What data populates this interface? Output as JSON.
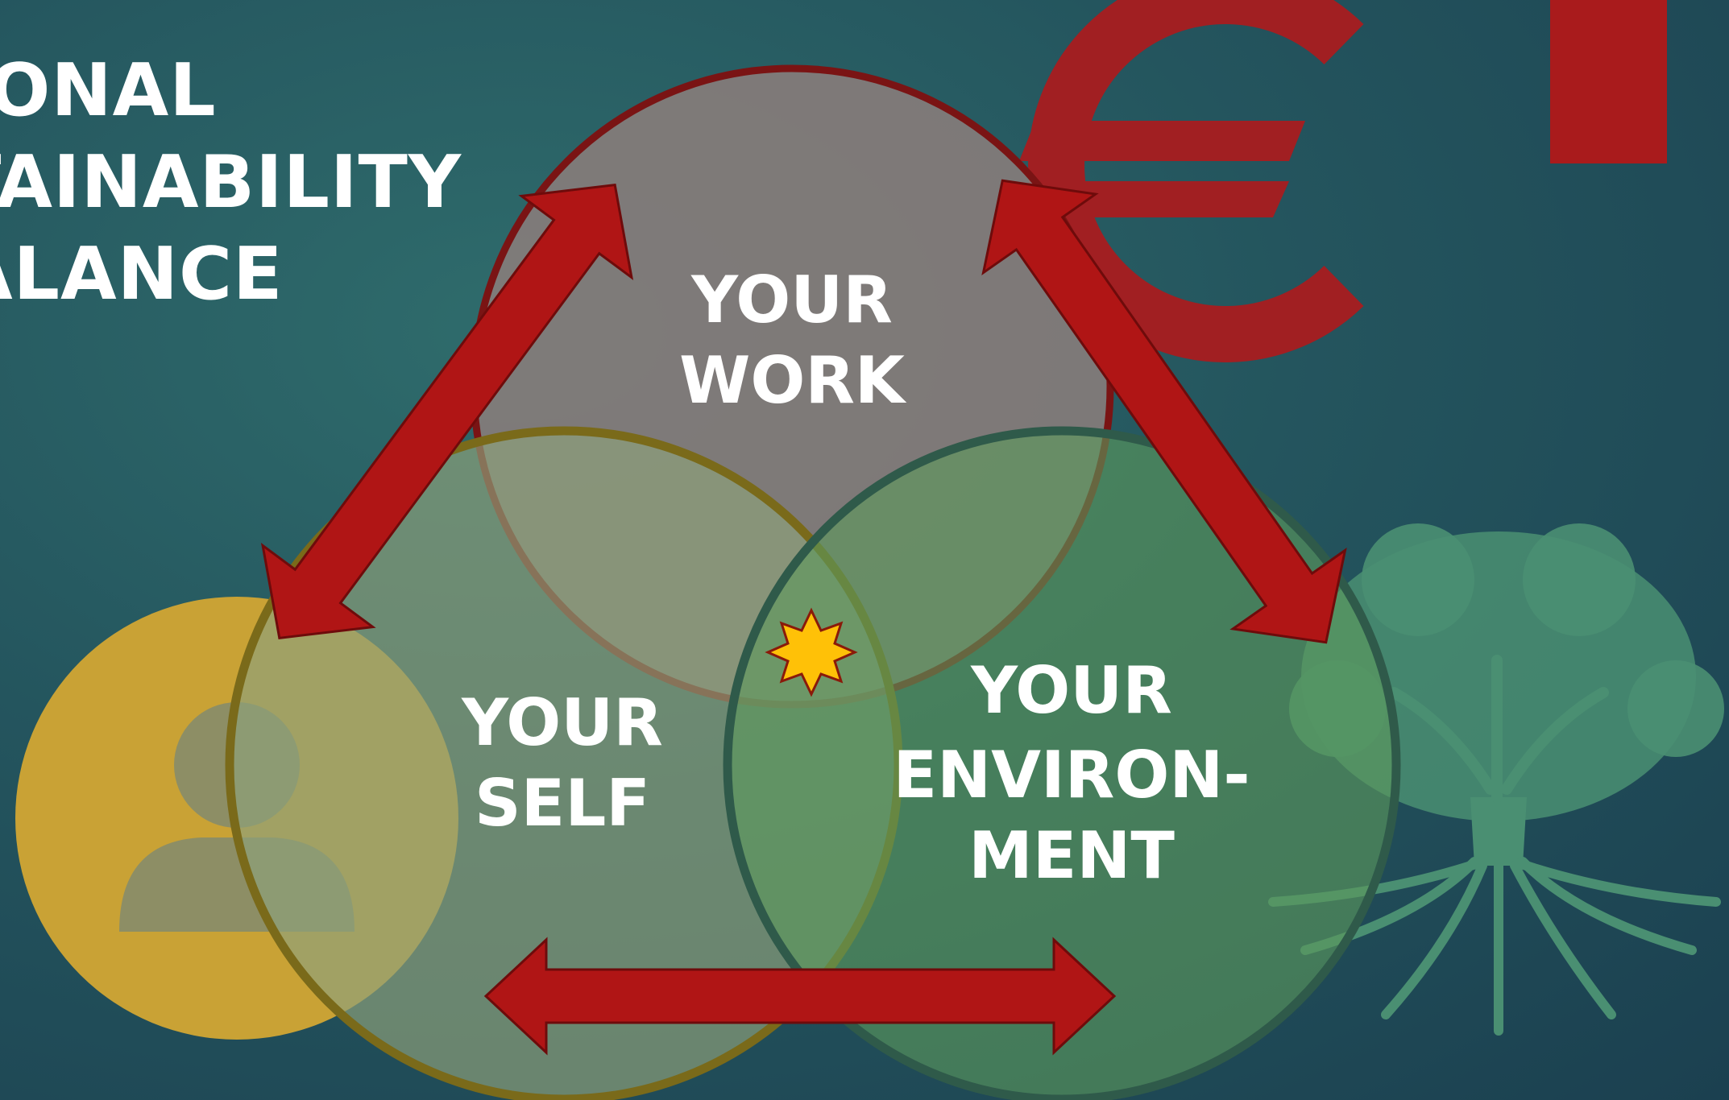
{
  "title": {
    "line1": "SONAL",
    "line2": "TAINABILITY",
    "line3": "ALANCE"
  },
  "circles": {
    "work": {
      "line1": "YOUR",
      "line2": "WORK",
      "color": "#8a7d7b",
      "outline": "#7a1414"
    },
    "self": {
      "line1": "YOUR",
      "line2": "SELF",
      "color": "#8da07a",
      "outline": "#7a6a1a"
    },
    "environment": {
      "line1": "YOUR",
      "line2": "ENVIRON-",
      "line3": "MENT",
      "color": "#5c9a5c",
      "outline": "#2f5a4a"
    }
  },
  "icons": {
    "currency": "euro-icon",
    "person": "person-icon",
    "tree": "tree-icon",
    "star": "star-icon"
  },
  "colors": {
    "arrow": "#b01515",
    "gold": "#c9a235",
    "euro": "#a11f22",
    "tree": "#4a8f72",
    "star": "#ffc107"
  }
}
